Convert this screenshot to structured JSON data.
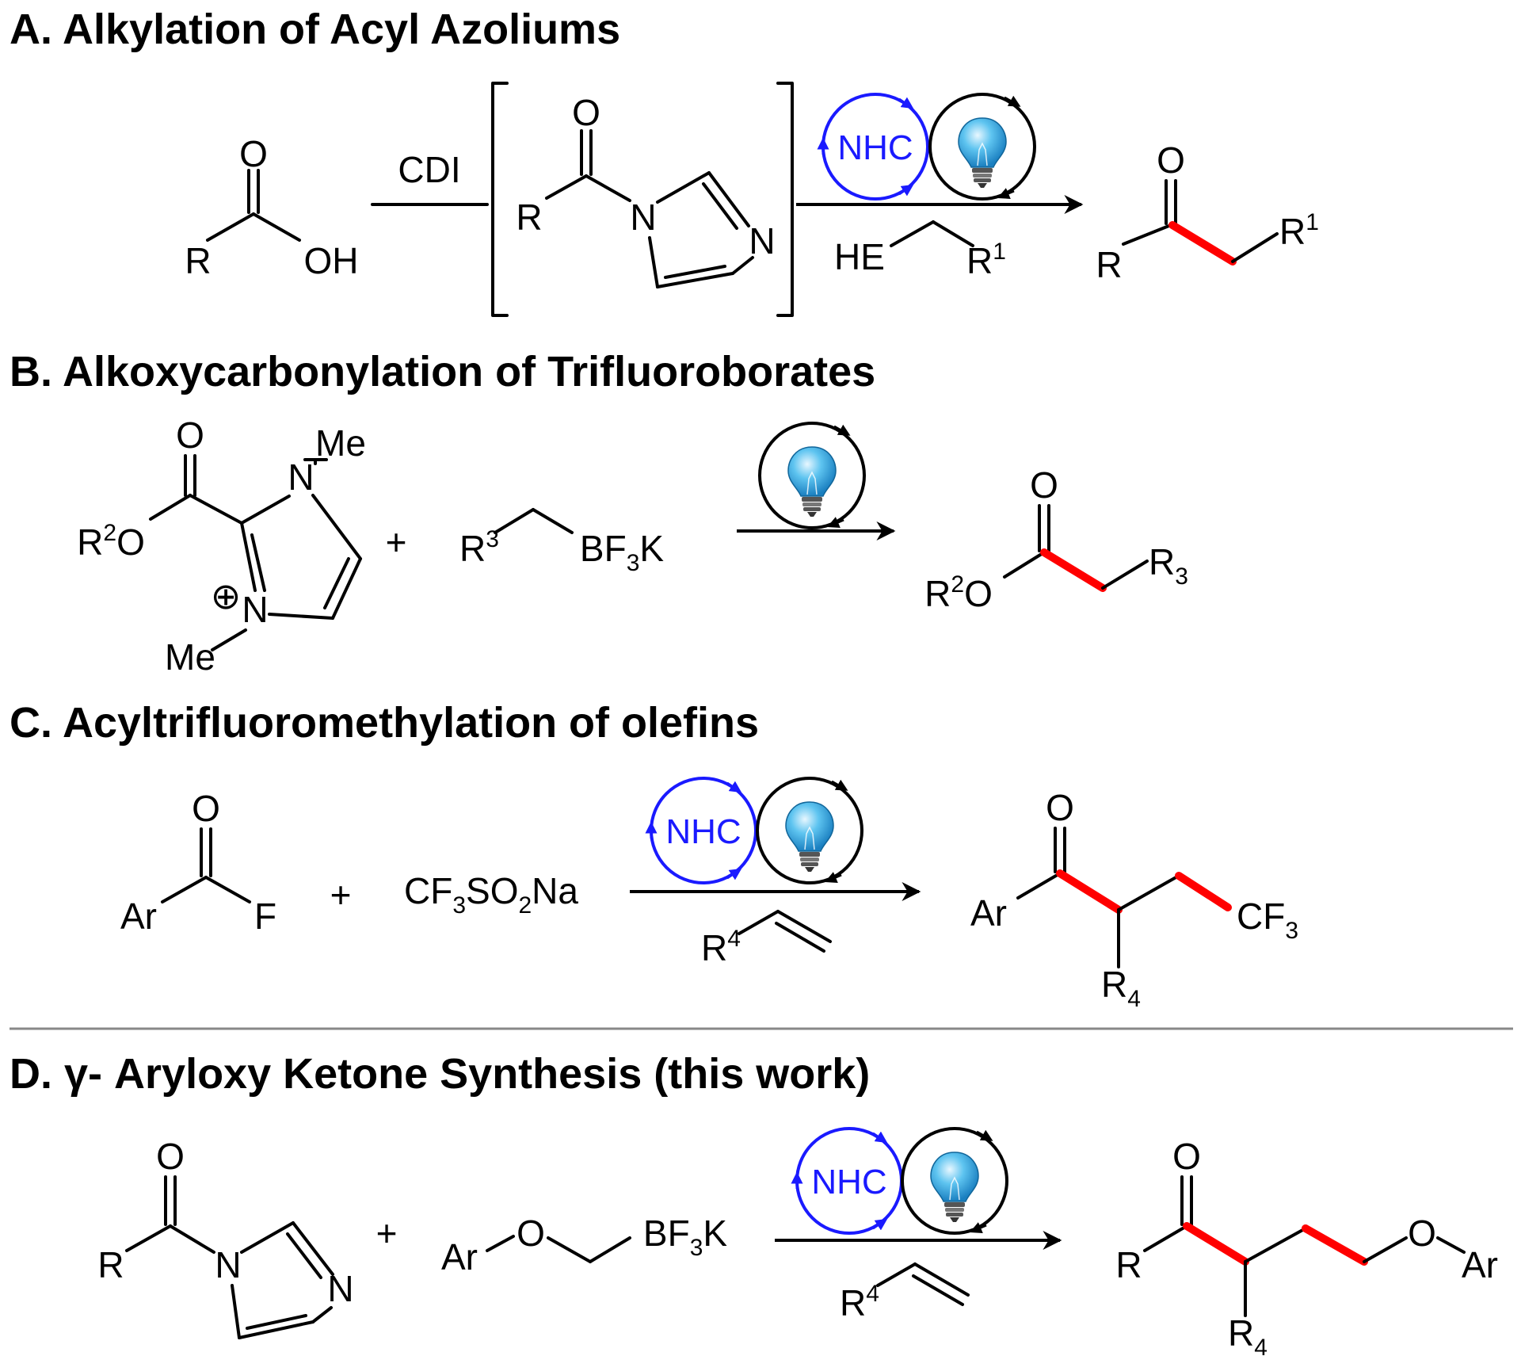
{
  "sections": {
    "A": {
      "heading": "A. Alkylation of Acyl Azoliums",
      "reagent": "CDI"
    },
    "B": {
      "heading": "B. Alkoxycarbonylation of Trifluoroborates"
    },
    "C": {
      "heading": "C. Acyltrifluoromethylation of olefins"
    },
    "D": {
      "heading": "D. γ- Aryloxy Ketone Synthesis (this work)"
    }
  },
  "catalyst_label": "NHC",
  "atoms": {
    "O": "O",
    "OH": "OH",
    "R": "R",
    "N": "N",
    "HE": "HE",
    "F": "F",
    "Ar": "Ar",
    "Me": "Me",
    "plus": "+",
    "oplus": "⊕",
    "R1_base": "R",
    "R1_sup": "1",
    "R2_base": "R",
    "R2_sup": "2",
    "R3_base": "R",
    "R3_sup": "3",
    "R3_sub": "3",
    "R4_base": "R",
    "R4_sup": "4",
    "R4_sub": "4",
    "BF3K_a": "BF",
    "BF3K_b": "3",
    "BF3K_c": "K",
    "CF3_a": "CF",
    "CF3_b": "3",
    "CF3SO2Na_a": "CF",
    "CF3SO2Na_b": "3",
    "CF3SO2Na_c": "SO",
    "CF3SO2Na_d": "2",
    "CF3SO2Na_e": "Na"
  },
  "colors": {
    "highlight": "#ff0000",
    "nhc_cycle": "#1a1aff",
    "photo_cycle": "#000000",
    "bulb": "#29a3e0"
  },
  "icons": [
    "light-bulb-icon",
    "nhc-catalytic-cycle-icon",
    "photocatalytic-cycle-icon"
  ]
}
